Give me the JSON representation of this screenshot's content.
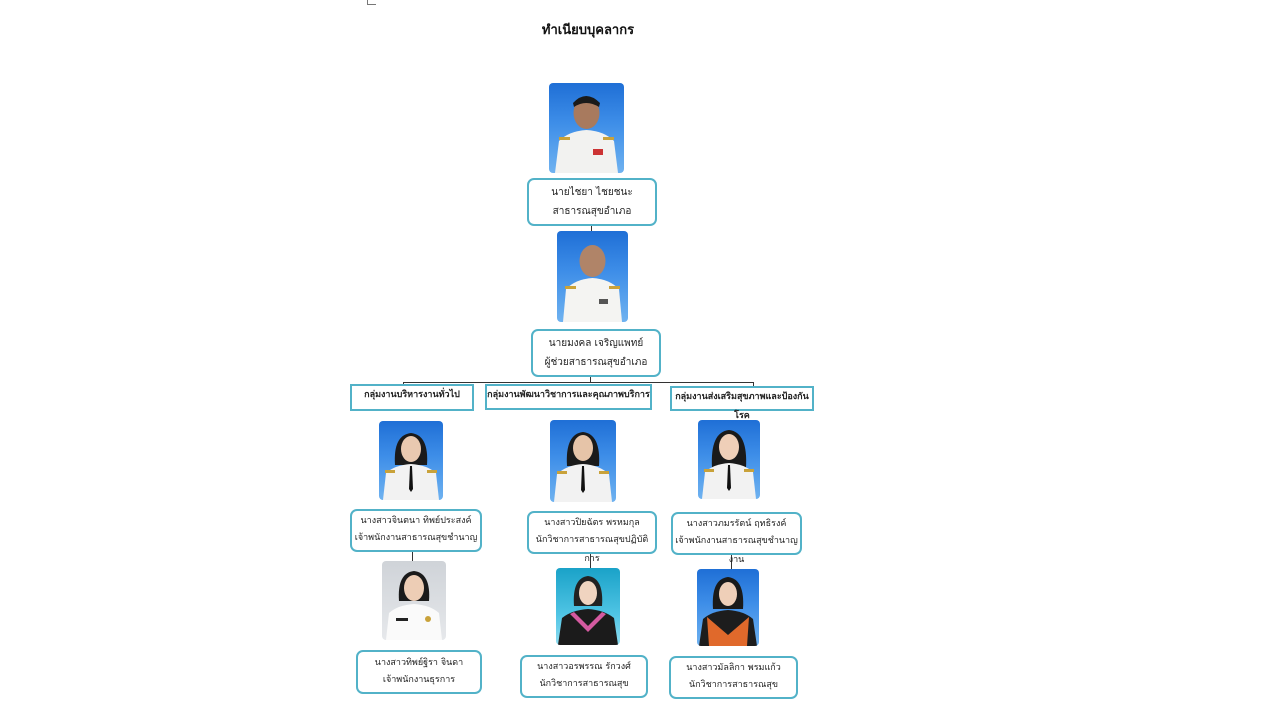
{
  "title": "ทำเนียบบุคลากร",
  "head": {
    "name": "นายไชยา  ไชยชนะ",
    "position": "สาธารณสุขอำเภอ"
  },
  "assistant": {
    "name": "นายมงคล  เจริญแพทย์",
    "position": "ผู้ช่วยสาธารณสุขอำเภอ"
  },
  "groups": [
    {
      "label": "กลุ่มงานบริหารงานทั่วไป"
    },
    {
      "label": "กลุ่มงานพัฒนาวิชาการและคุณภาพบริการ"
    },
    {
      "label": "กลุ่มงานส่งเสริมสุขภาพและป้องกันโรค"
    }
  ],
  "staff": [
    {
      "name": "นางสาวจินตนา  ทิพย์ประสงค์",
      "position": "เจ้าพนักงานสาธารณสุขชำนาญ"
    },
    {
      "name": "นางสาวปิยฉัตร  พรหมกุล",
      "position": "นักวิชาการสาธารณสุขปฏิบัติการ"
    },
    {
      "name": "นางสาวภมรรัตน์  ฤทธิรงค์",
      "position": "เจ้าพนักงานสาธารณสุขชำนาญงาน"
    },
    {
      "name": "นางสาวทิพย์ฐิรา  จินดา",
      "position": "เจ้าพนักงานธุรการ"
    },
    {
      "name": "นางสาวอรพรรณ  รักวงศ์",
      "position": "นักวิชาการสาธารณสุข"
    },
    {
      "name": "นางสาวมัลลิกา  พรมแก้ว",
      "position": "นักวิชาการสาธารณสุข"
    }
  ]
}
